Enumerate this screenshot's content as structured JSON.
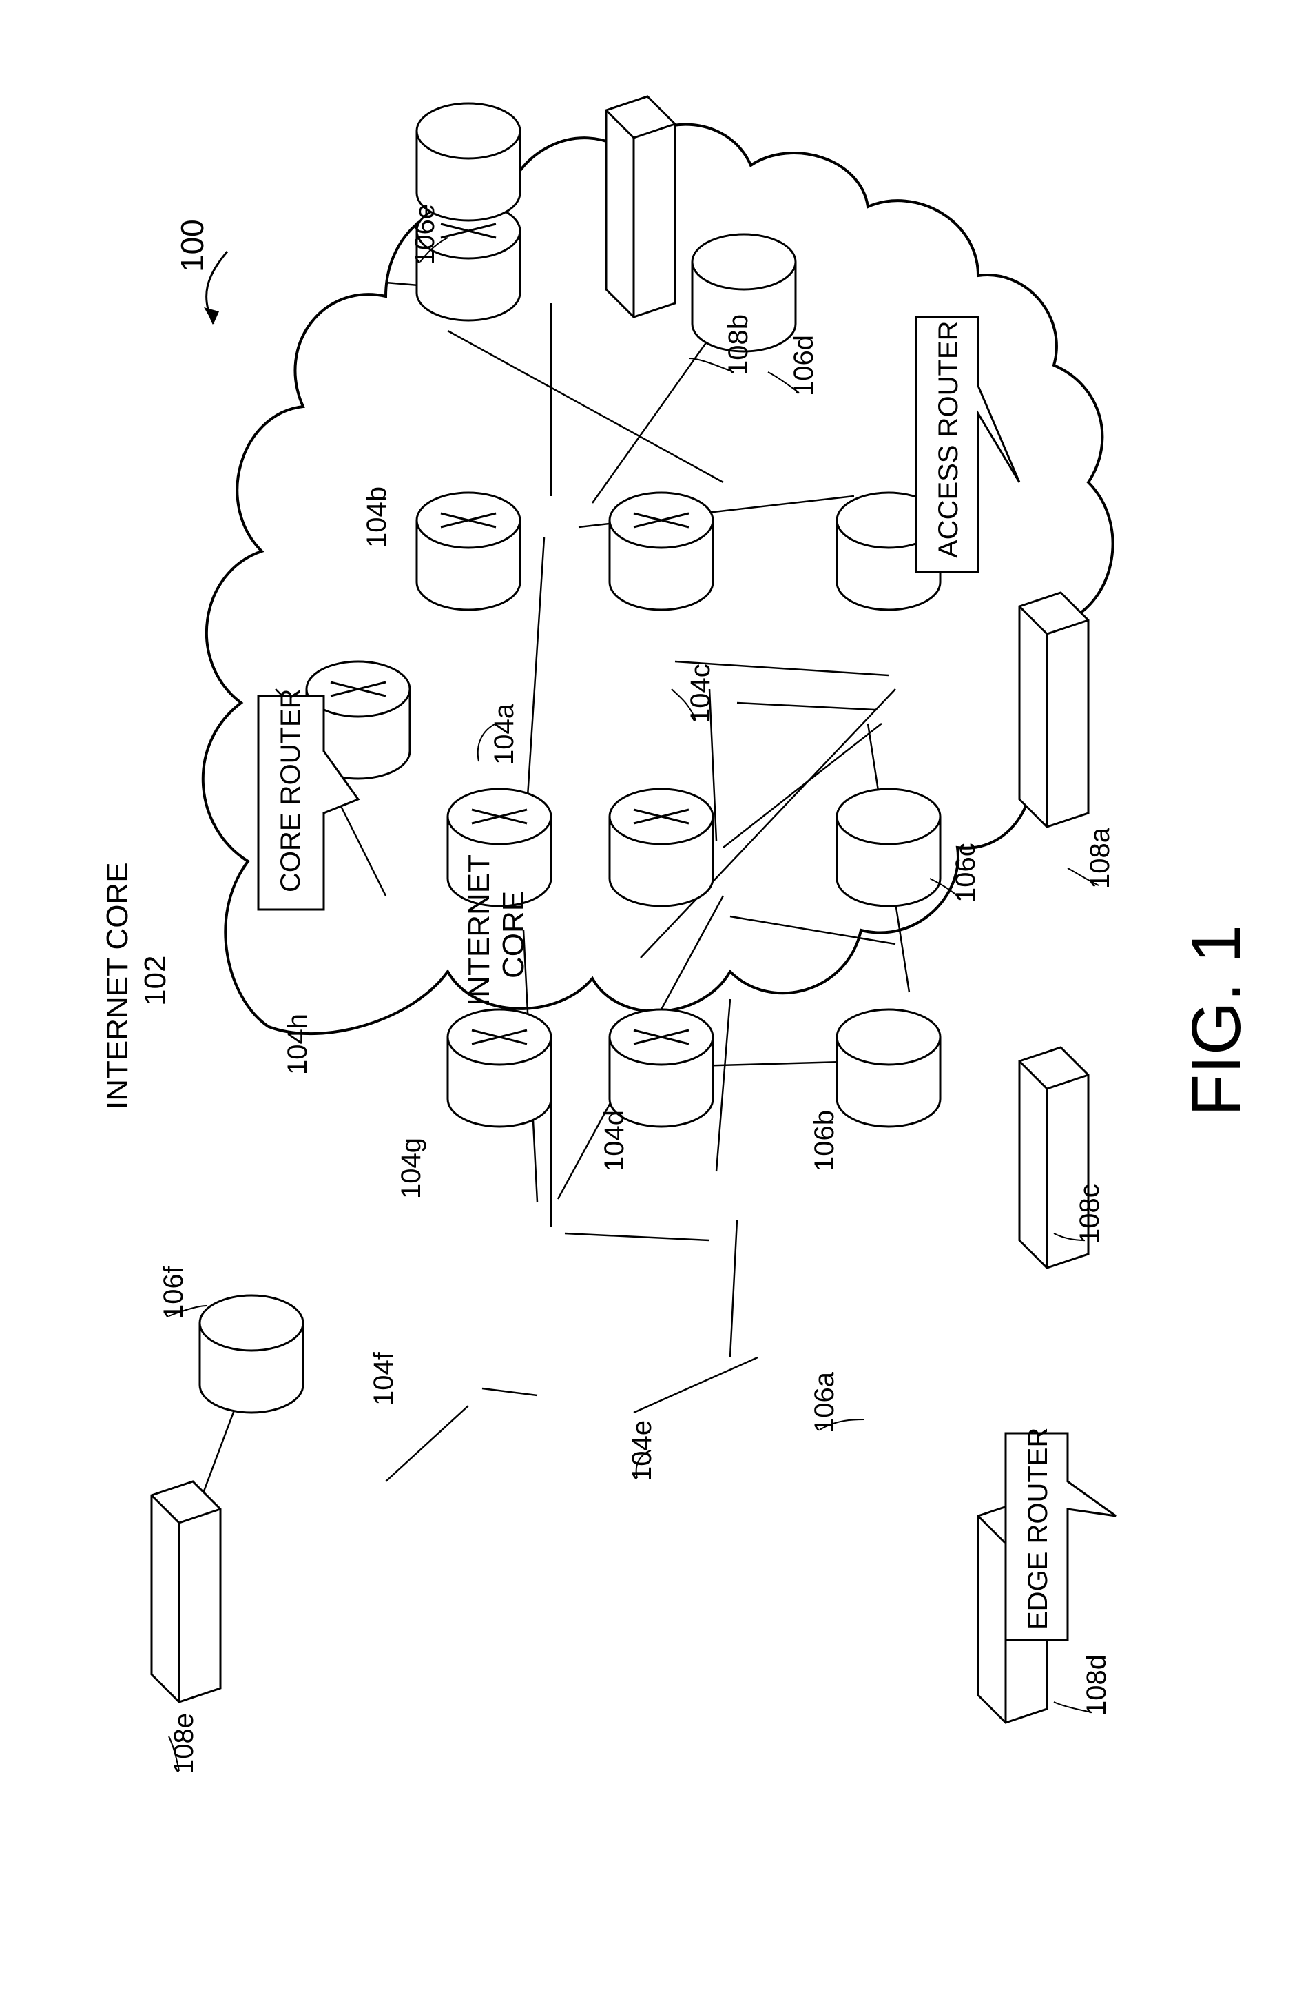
{
  "figure": {
    "reference": "100",
    "caption": "FIG. 1",
    "cloud_label": "INTERNET CORE",
    "cloud_ref": "102",
    "inner_label_line1": "INTERNET",
    "inner_label_line2": "CORE"
  },
  "callouts": {
    "core_router": "CORE ROUTER",
    "access_router": "ACCESS ROUTER",
    "edge_router": "EDGE ROUTER"
  },
  "core_routers": [
    {
      "id": "104a"
    },
    {
      "id": "104b"
    },
    {
      "id": "104c"
    },
    {
      "id": "104d"
    },
    {
      "id": "104e"
    },
    {
      "id": "104f"
    },
    {
      "id": "104g"
    },
    {
      "id": "104h"
    }
  ],
  "edge_routers": [
    {
      "id": "106a"
    },
    {
      "id": "106b"
    },
    {
      "id": "106c"
    },
    {
      "id": "106d"
    },
    {
      "id": "106e"
    },
    {
      "id": "106f"
    }
  ],
  "access_routers": [
    {
      "id": "108a"
    },
    {
      "id": "108b"
    },
    {
      "id": "108c"
    },
    {
      "id": "108d"
    },
    {
      "id": "108e"
    }
  ],
  "colors": {
    "stroke": "#000000",
    "background": "#ffffff"
  }
}
